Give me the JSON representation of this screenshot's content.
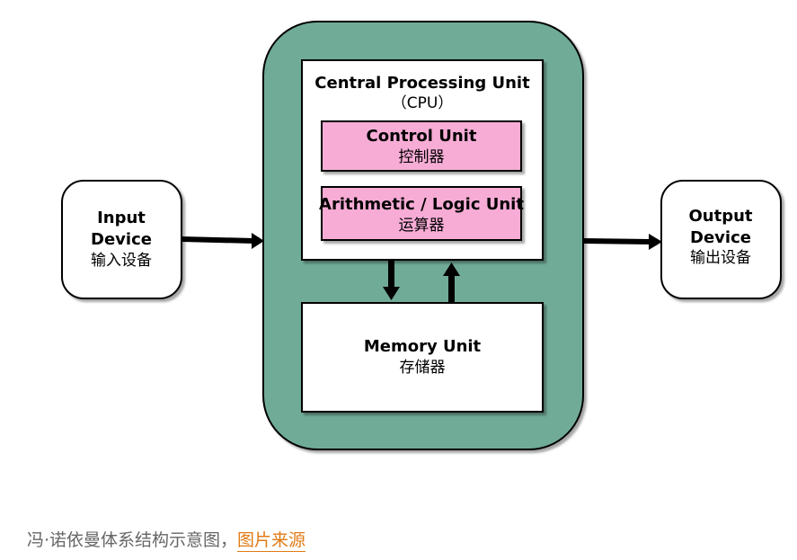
{
  "diagram": {
    "colors": {
      "cpu_outer": "#6fab98",
      "control_box": "#f7acd6",
      "box_fill": "#ffffff",
      "stroke": "#000000"
    },
    "input_device": {
      "title_line1": "Input",
      "title_line2": "Device",
      "subtitle": "输入设备"
    },
    "output_device": {
      "title_line1": "Output",
      "title_line2": "Device",
      "subtitle": "输出设备"
    },
    "cpu": {
      "title": "Central Processing Unit",
      "subtitle": "（CPU）"
    },
    "control_unit": {
      "title": "Control Unit",
      "subtitle": "控制器"
    },
    "alu": {
      "title": "Arithmetic / Logic Unit",
      "subtitle": "运算器"
    },
    "memory_unit": {
      "title": "Memory Unit",
      "subtitle": "存储器"
    }
  },
  "caption": {
    "text": "冯·诺依曼体系结构示意图，",
    "link_text": "图片来源",
    "link_color": "#e07b16"
  }
}
